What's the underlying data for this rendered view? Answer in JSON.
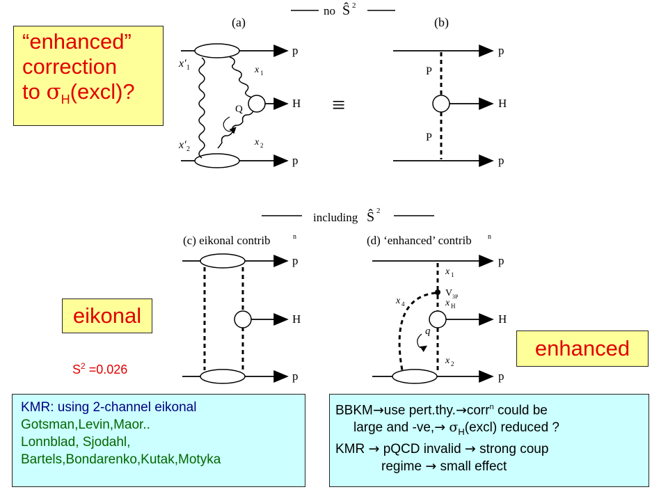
{
  "correction_box": {
    "line1": "“enhanced”",
    "line2": "correction",
    "line3_prefix": "to ",
    "sigma": "σ",
    "sub": "H",
    "line3_suffix": "(excl)?"
  },
  "eikonal_box": "eikonal",
  "enhanced_box": "enhanced",
  "s2_value": {
    "base": "S",
    "sup": "2",
    "rest": " =0.026"
  },
  "top_header": {
    "text": "no",
    "symbol": "Ŝ",
    "sup": "2"
  },
  "bottom_header": {
    "text": "including",
    "symbol": "Ŝ",
    "sup": "2"
  },
  "equiv_symbol": "≡",
  "diagram_a": {
    "label": "(a)",
    "p_top": "p",
    "p_bottom": "p",
    "H": "H",
    "x1p": "x′",
    "x1p_sub": "1",
    "x2p": "x′",
    "x2p_sub": "2",
    "x1": "x",
    "x1_sub": "1",
    "x2": "x",
    "x2_sub": "2",
    "Q": "Q"
  },
  "diagram_b": {
    "label": "(b)",
    "p_top": "p",
    "p_bottom": "p",
    "H": "H",
    "P_top": "P",
    "P_bottom": "P"
  },
  "diagram_c": {
    "label": "(c)  eikonal contrib",
    "label_sup": "n",
    "p_top": "p",
    "p_bottom": "p",
    "H": "H"
  },
  "diagram_d": {
    "label": "(d)  ‘enhanced’ contrib",
    "label_sup": "n",
    "p_top": "p",
    "p_bottom": "p",
    "H": "H",
    "x1": "x",
    "x1_sub": "1",
    "V3P": "V",
    "V3P_sub": "3P",
    "xH": "x",
    "xH_sub": "H",
    "x4": "x",
    "x4_sub": "4",
    "q": "q",
    "x2": "x",
    "x2_sub": "2"
  },
  "kmr_box": {
    "line1": "KMR:  using 2-channel eikonal",
    "line2": "Gotsman,Levin,Maor..",
    "line3": "Lonnblad, Sjodahl,",
    "line4": "Bartels,Bondarenko,Kutak,Motyka"
  },
  "bbkm_box": {
    "l1a": "BBKM",
    "arrow": "→",
    "l1b": "use pert.thy.",
    "l1c": "corr",
    "l1sup": "n",
    "l1d": " could be",
    "l2a": "large and -ve,",
    "l2sigma": "σ",
    "l2sub": "H",
    "l2b": "(excl) reduced ?",
    "l3a": "KMR ",
    "l3b": " pQCD invalid ",
    "l3c": " strong coup",
    "l4a": "regime ",
    "l4b": " small effect"
  }
}
